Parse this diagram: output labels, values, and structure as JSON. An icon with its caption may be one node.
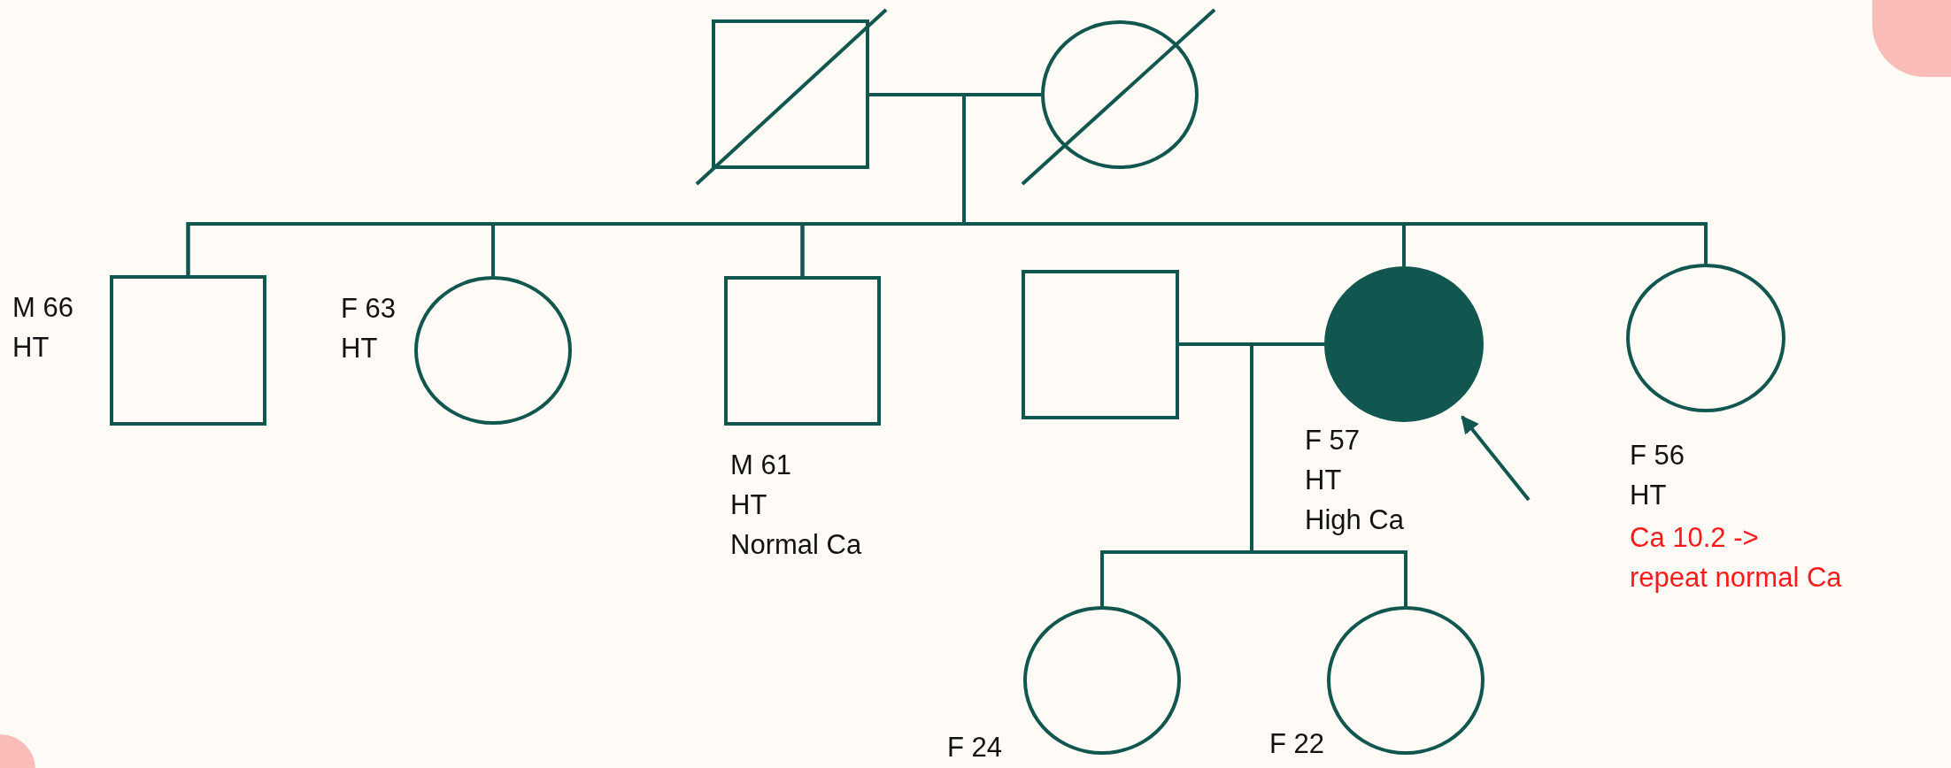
{
  "diagram": {
    "nodes": [
      {
        "text": [],
        "shape": "box"
      },
      {
        "text": [],
        "shape": "circle"
      },
      {
        "text": [],
        "shape": "box",
        "beside": [
          "M 66 HT"
        ]
      },
      {
        "text": [],
        "shape": "circle",
        "beside": [
          "F 63 HT"
        ]
      },
      {
        "text": [],
        "shape": "box",
        "beside": [
          "M 61 HT Normal Ca"
        ]
      },
      {
        "text": [],
        "shape": "box"
      },
      {
        "text": [],
        "shape": "circle",
        "beside": [
          "F 57 HT High Ca"
        ]
      },
      {
        "text": [],
        "shape": "circle",
        "beside": [
          "F 56 HT",
          "Ca 10.2 -> repeat normal Ca"
        ]
      },
      {
        "text": [],
        "shape": "circle",
        "beside": [
          "F 24"
        ]
      },
      {
        "text": [],
        "shape": "circle",
        "beside": [
          "F 22"
        ]
      }
    ],
    "edges": [
      {
        "from": 0,
        "to": 1,
        "arrow": "none"
      },
      {
        "from": 0,
        "to": 2,
        "arrow": "none"
      },
      {
        "from": 0,
        "to": 3,
        "arrow": "none"
      },
      {
        "from": 0,
        "to": 4,
        "arrow": "none"
      },
      {
        "from": 0,
        "to": 6,
        "arrow": "none"
      },
      {
        "from": 0,
        "to": 7,
        "arrow": "none"
      },
      {
        "from": 1,
        "to": 2,
        "arrow": "none"
      },
      {
        "from": 1,
        "to": 3,
        "arrow": "none"
      },
      {
        "from": 1,
        "to": 4,
        "arrow": "none"
      },
      {
        "from": 1,
        "to": 6,
        "arrow": "none"
      },
      {
        "from": 1,
        "to": 7,
        "arrow": "none"
      },
      {
        "from": 5,
        "to": 6,
        "arrow": "none"
      },
      {
        "from": 5,
        "to": 8,
        "arrow": "none"
      },
      {
        "from": 5,
        "to": 9,
        "arrow": "none"
      },
      {
        "from": 6,
        "to": 8,
        "arrow": "none"
      },
      {
        "from": 6,
        "to": 9,
        "arrow": "none"
      },
      {
        "from": null,
        "to": 6,
        "arrow": "to"
      }
    ]
  }
}
